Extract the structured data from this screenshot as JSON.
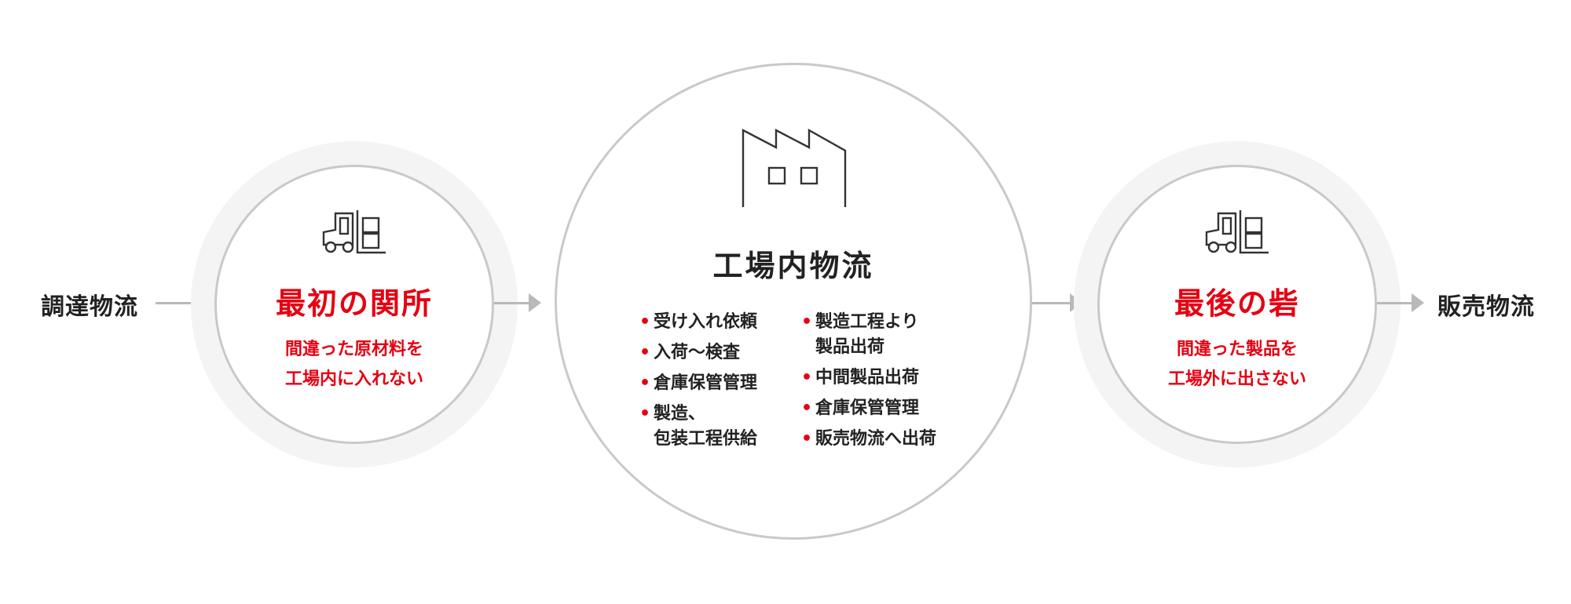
{
  "flow": {
    "start_label": "調達物流",
    "end_label": "販売物流"
  },
  "stage1": {
    "icon": "forklift-icon",
    "title": "最初の関所",
    "desc_line1": "間違った原材料を",
    "desc_line2": "工場内に入れない"
  },
  "stage2": {
    "icon": "factory-icon",
    "title": "工場内物流",
    "list_left": [
      {
        "line1": "受け入れ依頼",
        "line2": ""
      },
      {
        "line1": "入荷〜検査",
        "line2": ""
      },
      {
        "line1": "倉庫保管管理",
        "line2": ""
      },
      {
        "line1": "製造、",
        "line2": "包装工程供給"
      }
    ],
    "list_right": [
      {
        "line1": "製造工程より",
        "line2": "製品出荷"
      },
      {
        "line1": "中間製品出荷",
        "line2": ""
      },
      {
        "line1": "倉庫保管管理",
        "line2": ""
      },
      {
        "line1": "販売物流へ出荷",
        "line2": ""
      }
    ]
  },
  "stage3": {
    "icon": "forklift-icon",
    "title": "最後の砦",
    "desc_line1": "間違った製品を",
    "desc_line2": "工場外に出さない"
  },
  "colors": {
    "accent": "#e60012",
    "ring": "#c9c9c9",
    "halo": "#f4f4f4",
    "arrow": "#b9b9b9"
  }
}
